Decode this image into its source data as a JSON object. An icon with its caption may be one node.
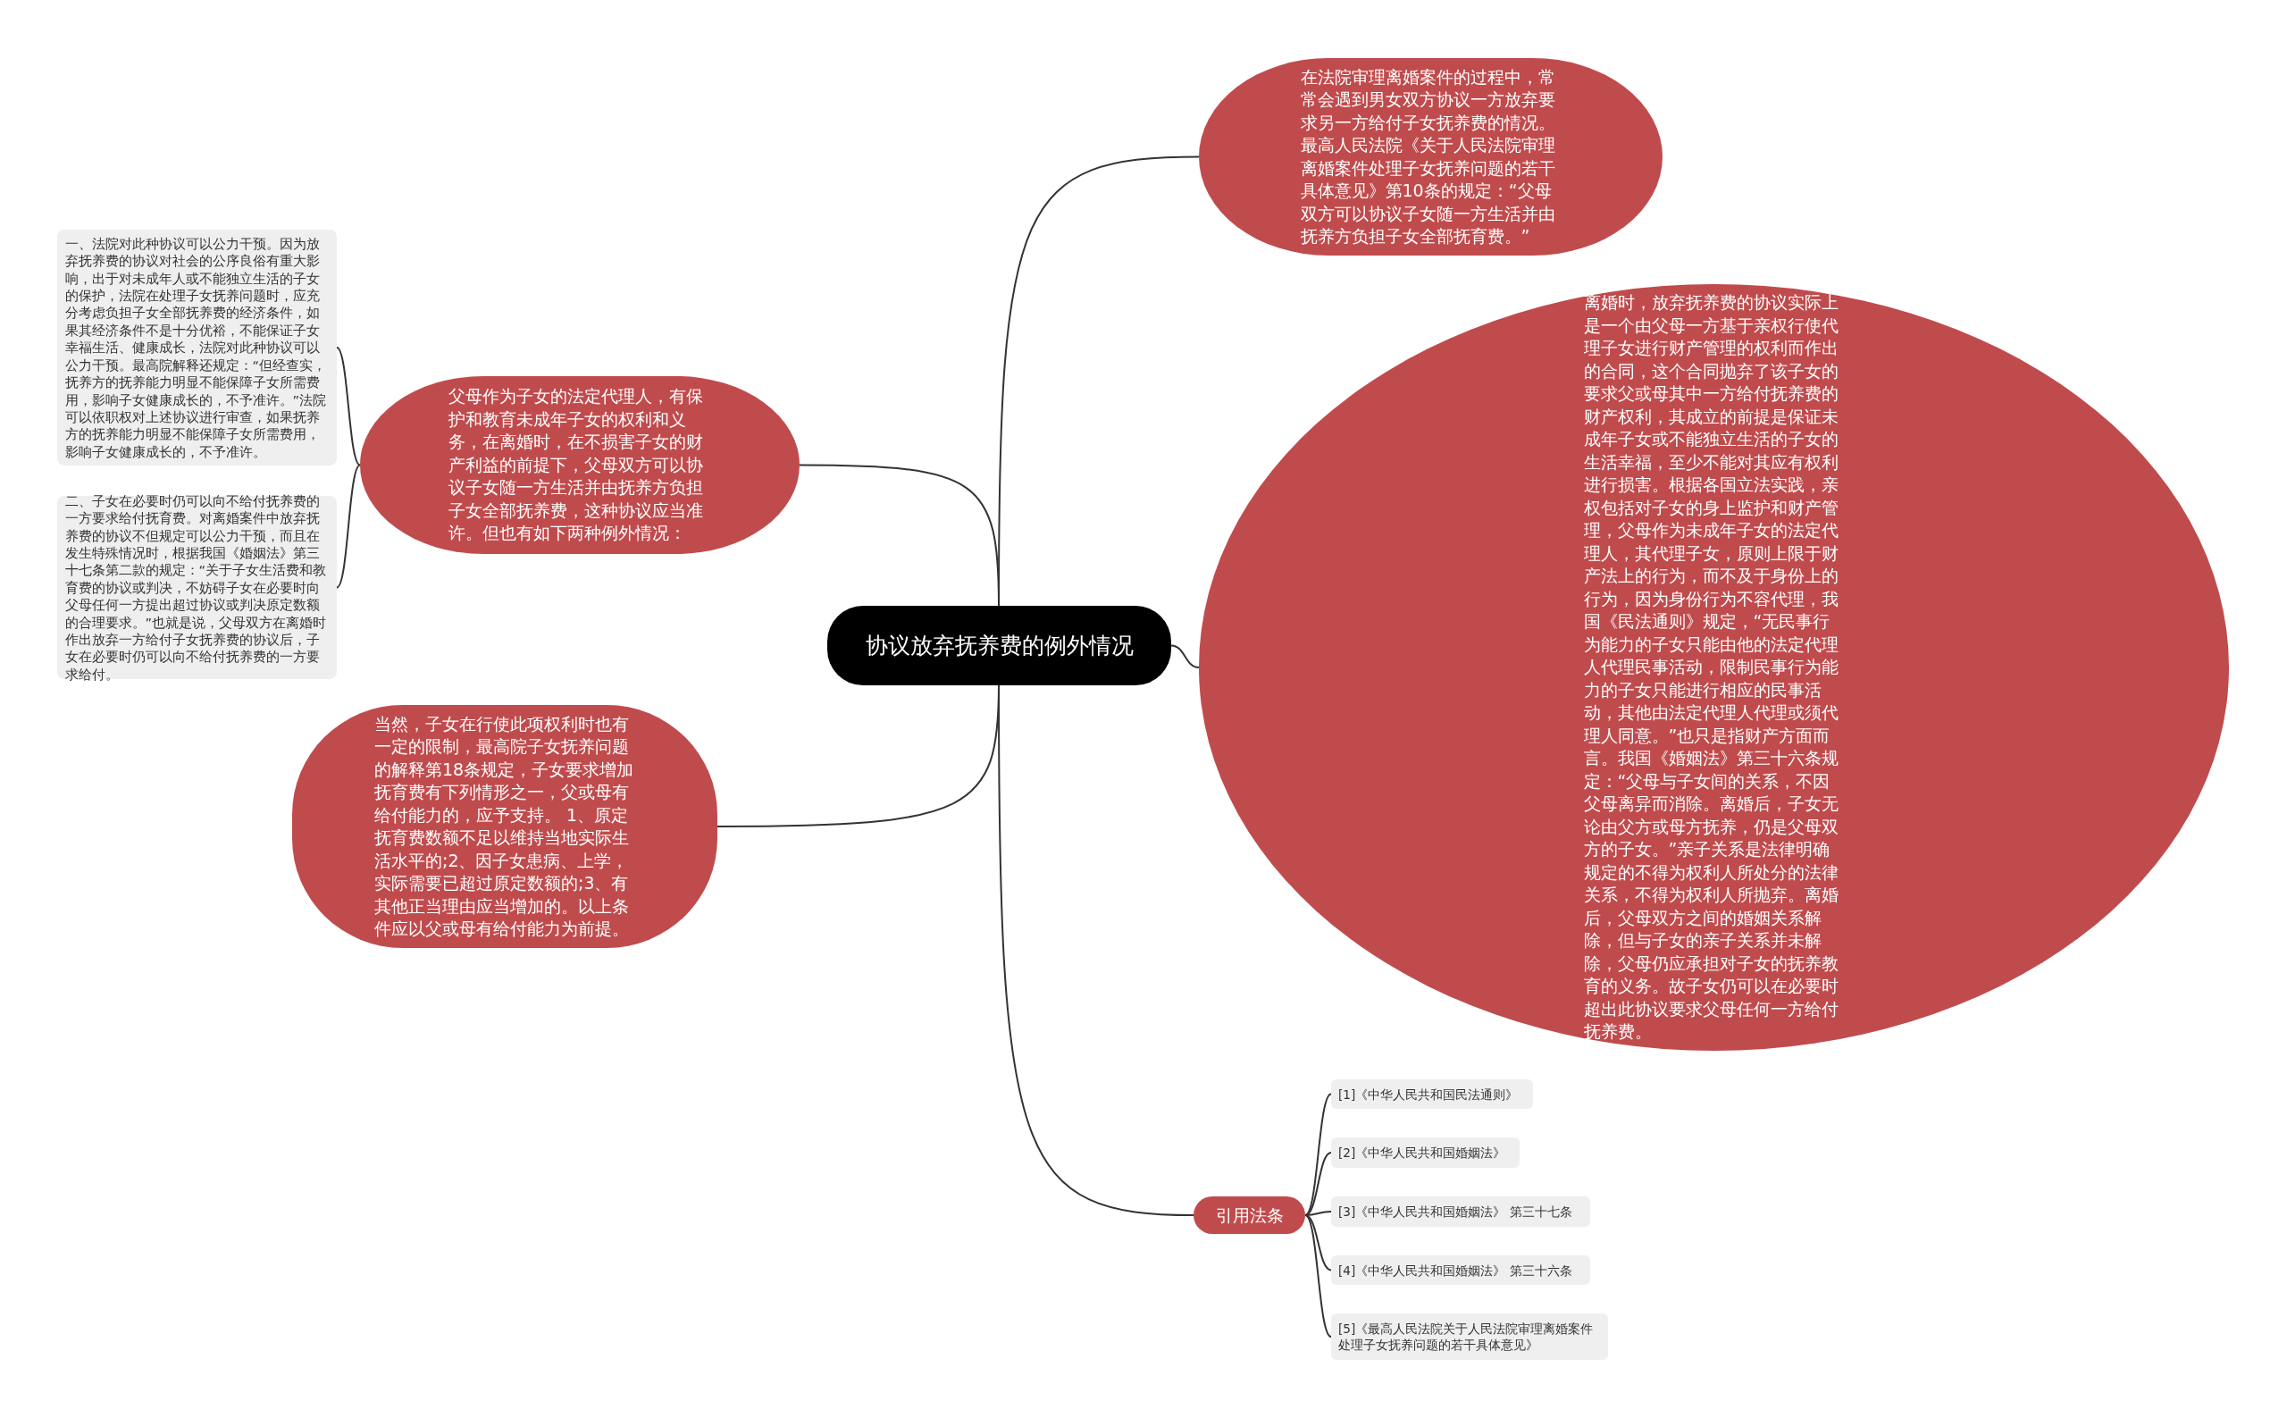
{
  "diagram": {
    "nodes": [
      {
        "text": [
          "协议放弃抚养费的例外情况"
        ]
      },
      {
        "text": [
          "在法院审理离婚案件的过程中，常常会遇到男女双方协议一方放弃要求另一方给付子女抚养费的情况。最高人民法院《关于人民法院审理离婚案件处理子女抚养问题的若干具体意见》第10条的规定：“父母双方可以协议子女随一方生活并由抚养方负担子女全部抚育费。”"
        ]
      },
      {
        "text": [
          "离婚时，放弃抚养费的协议实际上是一个由父母一方基于亲权行使代理子女进行财产管理的权利而作出的合同，这个合同抛弃了该子女的要求父或母其中一方给付抚养费的财产权利，其成立的前提是保证未成年子女或不能独立生活的子女的生活幸福，至少不能对其应有权利进行损害。根据各国立法实践，亲权包括对子女的身上监护和财产管理，父母作为未成年子女的法定代理人，其代理子女，原则上限于财产法上的行为，而不及于身份上的行为，因为身份行为不容代理，我国《民法通则》规定，“无民事行为能力的子女只能由他的法定代理人代理民事活动，限制民事行为能力的子女只能进行相应的民事活动，其他由法定代理人代理或须代理人同意。”也只是指财产方面而言。我国《婚姻法》第三十六条规定：“父母与子女间的关系，不因父母离异而消除。离婚后，子女无论由父方或母方抚养，仍是父母双方的子女。”亲子关系是法律明确规定的不得为权利人所处分的法律关系，不得为权利人所抛弃。离婚后，父母双方之间的婚姻关系解除，但与子女的亲子关系并未解除，父母仍应承担对子女的抚养教育的义务。故子女仍可以在必要时超出此协议要求父母任何一方给付抚养费。"
        ]
      },
      {
        "text": [
          "父母作为子女的法定代理人，有保护和教育未成年子女的权利和义务，在离婚时，在不损害子女的财产利益的前提下，父母双方可以协议子女随一方生活并由抚养方负担子女全部抚养费，这种协议应当准许。但也有如下两种例外情况："
        ]
      },
      {
        "text": [
          "一、法院对此种协议可以公力干预。因为放弃抚养费的协议对社会的公序良俗有重大影响，出于对未成年人或不能独立生活的子女的保护，法院在处理子女抚养问题时，应充分考虑负担子女全部抚养费的经济条件，如果其经济条件不是十分优裕，不能保证子女幸福生活、健康成长，法院对此种协议可以公力干预。最高院解释还规定：“但经查实，抚养方的抚养能力明显不能保障子女所需费用，影响子女健康成长的，不予准许。”法院可以依职权对上述协议进行审查，如果抚养方的抚养能力明显不能保障子女所需费用，影响子女健康成长的，不予准许。"
        ]
      },
      {
        "text": [
          "二、子女在必要时仍可以向不给付抚养费的一方要求给付抚育费。对离婚案件中放弃抚养费的协议不但规定可以公力干预，而且在发生特殊情况时，根据我国《婚姻法》第三十七条第二款的规定：“关于子女生活费和教育费的协议或判决，不妨碍子女在必要时向父母任何一方提出超过协议或判决原定数额的合理要求。”也就是说，父母双方在离婚时作出放弃一方给付子女抚养费的协议后，子女在必要时仍可以向不给付抚养费的一方要求给付。"
        ]
      },
      {
        "text": [
          "当然，子女在行使此项权利时也有一定的限制，最高院子女抚养问题的解释第18条规定，子女要求增加抚育费有下列情形之一，父或母有给付能力的，应予支持。 1、原定抚育费数额不足以维持当地实际生活水平的;2、因子女患病、上学，实际需要已超过原定数额的;3、有其他正当理由应当增加的。以上条件应以父或母有给付能力为前提。"
        ]
      },
      {
        "text": [
          "引用法条"
        ]
      },
      {
        "text": [
          "[1]《中华人民共和国民法通则》"
        ]
      },
      {
        "text": [
          "[2]《中华人民共和国婚姻法》"
        ]
      },
      {
        "text": [
          "[3]《中华人民共和国婚姻法》 第三十七条"
        ]
      },
      {
        "text": [
          "[4]《中华人民共和国婚姻法》 第三十六条"
        ]
      },
      {
        "text": [
          "[5]《最高人民法院关于人民法院审理离婚案件处理子女抚养问题的若干具体意见》"
        ]
      }
    ],
    "edges": [
      {
        "from": 0,
        "to": 1,
        "arrow": "none"
      },
      {
        "from": 0,
        "to": 2,
        "arrow": "none"
      },
      {
        "from": 0,
        "to": 3,
        "arrow": "none"
      },
      {
        "from": 3,
        "to": 4,
        "arrow": "none"
      },
      {
        "from": 3,
        "to": 5,
        "arrow": "none"
      },
      {
        "from": 0,
        "to": 6,
        "arrow": "none"
      },
      {
        "from": 0,
        "to": 7,
        "arrow": "none"
      },
      {
        "from": 7,
        "to": 8,
        "arrow": "none"
      },
      {
        "from": 7,
        "to": 9,
        "arrow": "none"
      },
      {
        "from": 7,
        "to": 10,
        "arrow": "none"
      },
      {
        "from": 7,
        "to": 11,
        "arrow": "none"
      },
      {
        "from": 7,
        "to": 12,
        "arrow": "none"
      }
    ]
  }
}
